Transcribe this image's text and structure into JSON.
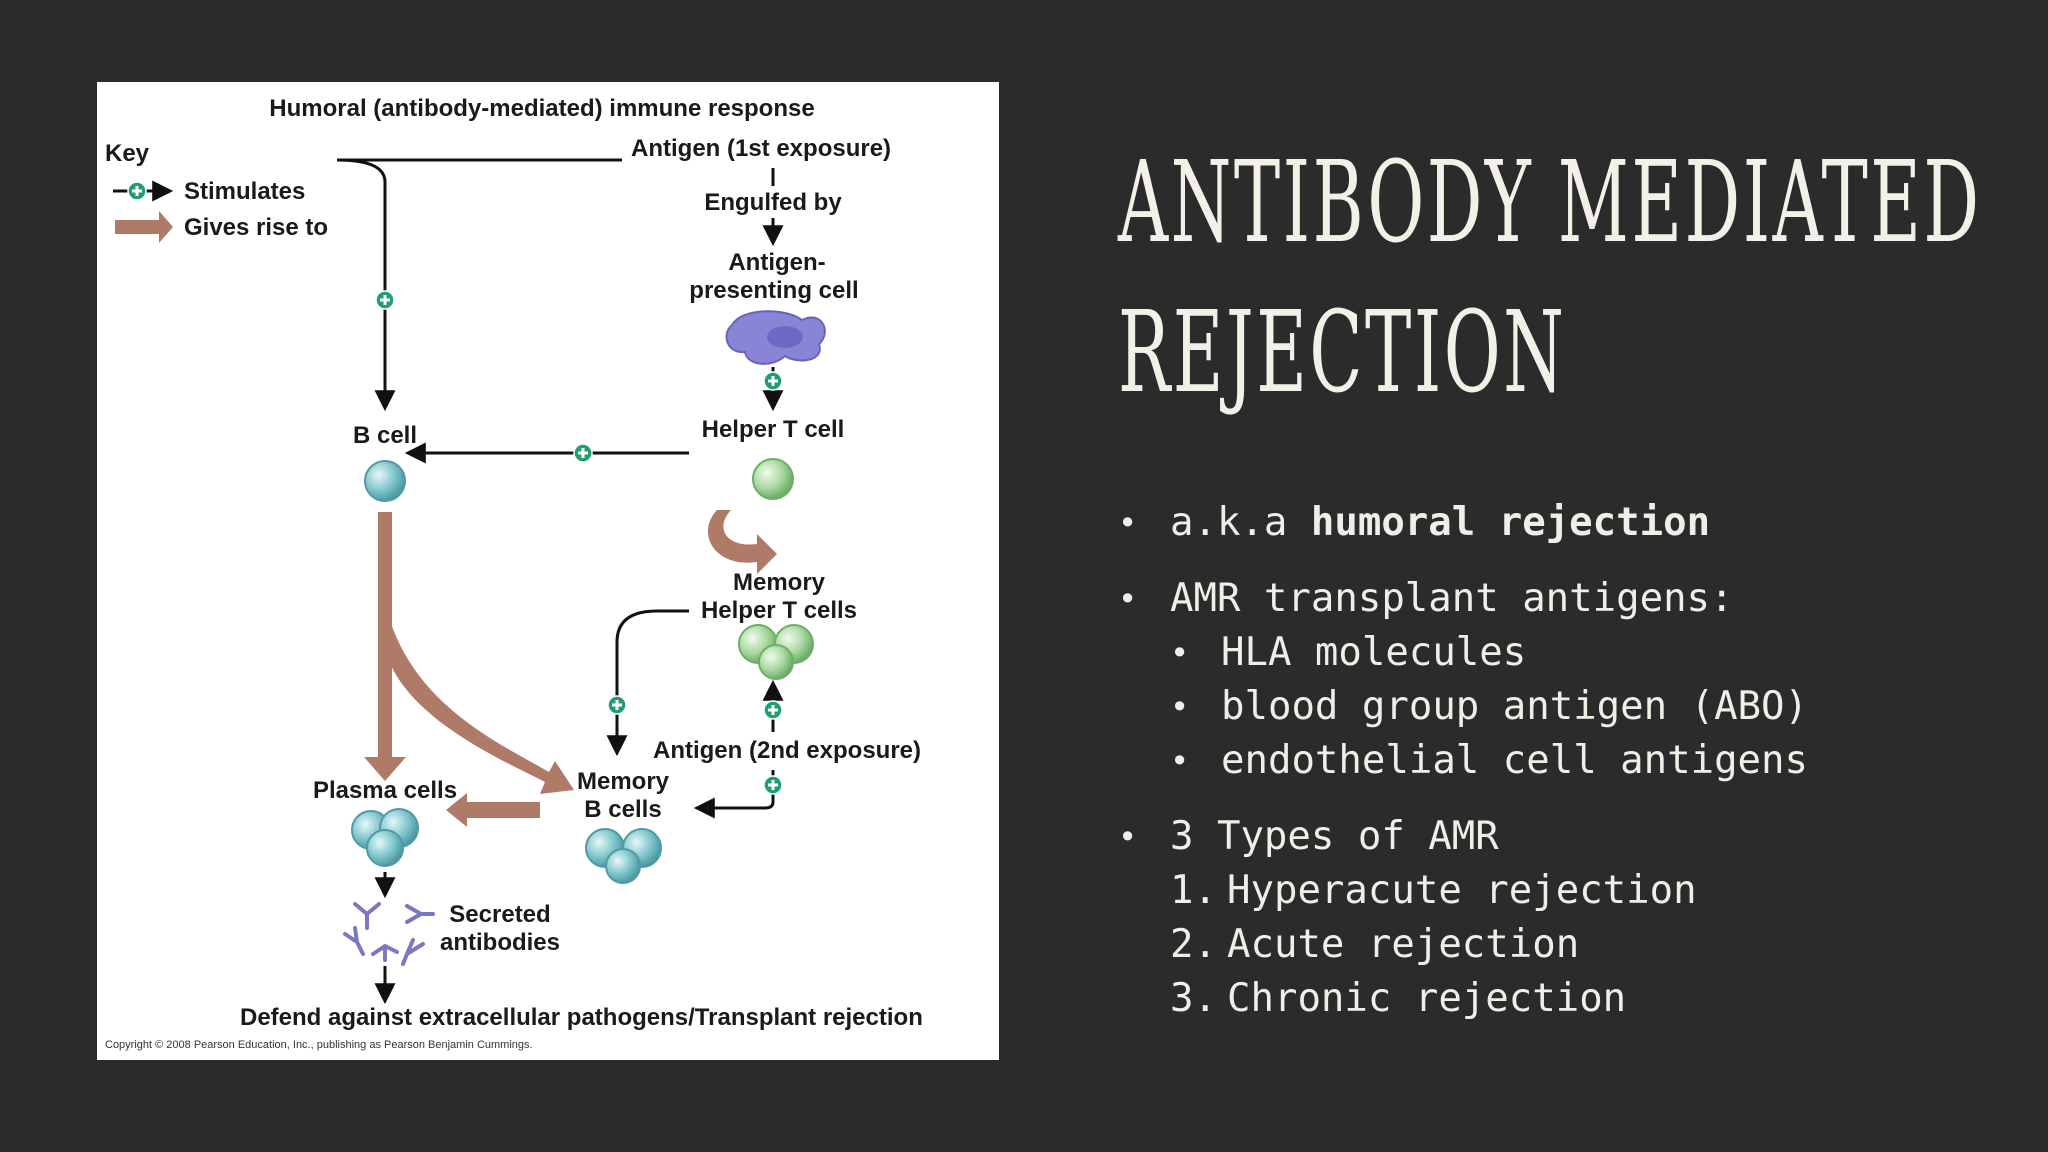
{
  "slide": {
    "title_line1": "ANTIBODY MEDIATED",
    "title_line2": "REJECTION"
  },
  "bullets": {
    "aka_prefix": "a.k.a ",
    "aka_bold": "humoral rejection",
    "antigens_heading": "AMR transplant antigens:",
    "antigens": [
      "HLA molecules",
      "blood group antigen (ABO)",
      "endothelial cell antigens"
    ],
    "types_heading": "3 Types of AMR",
    "types": [
      {
        "num": "1.",
        "label": "Hyperacute rejection"
      },
      {
        "num": "2.",
        "label": "Acute rejection"
      },
      {
        "num": "3.",
        "label": "Chronic rejection"
      }
    ]
  },
  "diagram": {
    "title": "Humoral (antibody-mediated) immune response",
    "key_title": "Key",
    "key_stimulates": "Stimulates",
    "key_gives_rise": "Gives rise to",
    "antigen_first": "Antigen (1st exposure)",
    "engulfed_by": "Engulfed by",
    "apc_line1": "Antigen-",
    "apc_line2": "presenting cell",
    "helper_t": "Helper T cell",
    "b_cell": "B cell",
    "memory_t_line1": "Memory",
    "memory_t_line2": "Helper T cells",
    "antigen_second": "Antigen (2nd exposure)",
    "plasma_cells": "Plasma cells",
    "memory_b_line1": "Memory",
    "memory_b_line2": "B cells",
    "secreted_line1": "Secreted",
    "secreted_line2": "antibodies",
    "defend": "Defend against extracellular pathogens/Transplant rejection",
    "copyright": "Copyright © 2008 Pearson Education, Inc., publishing as Pearson Benjamin Cummings.",
    "colors": {
      "stimulate_green": "#1f9e6e",
      "gives_rise_brown": "#b07a68",
      "b_cell": "#7fc6cc",
      "t_cell": "#a8d8a0",
      "apc": "#8a84d6",
      "antibody": "#7a78c2"
    }
  }
}
